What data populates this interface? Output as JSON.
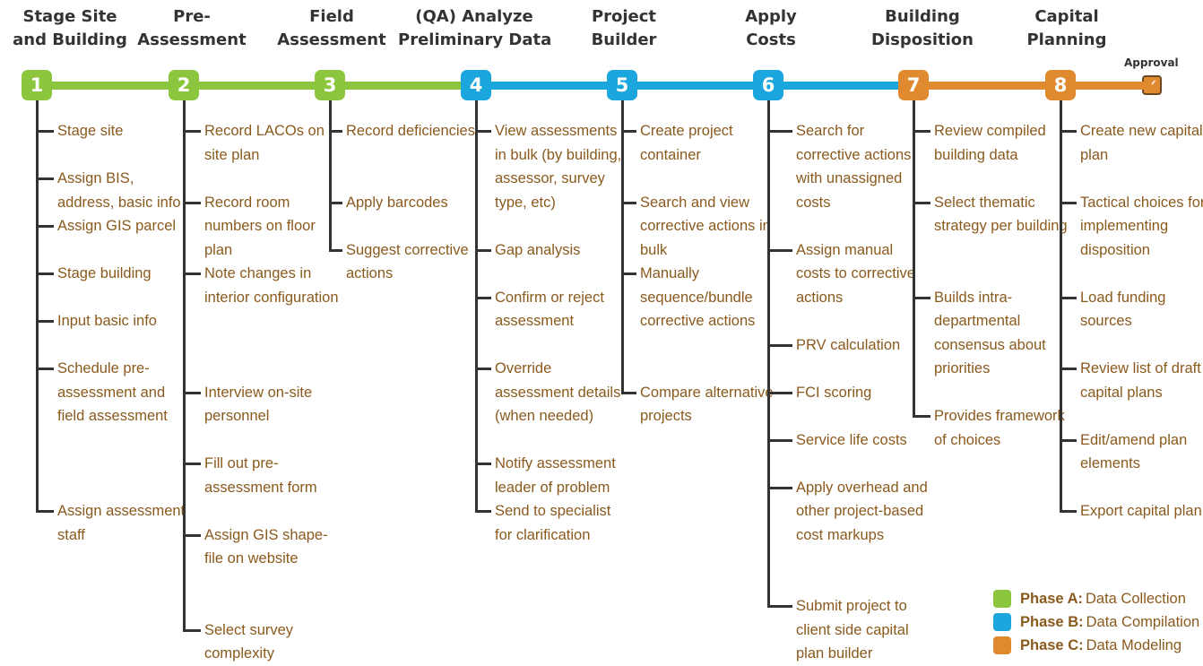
{
  "colors": {
    "phase_a": "#8cc63f",
    "phase_b": "#1ba6dd",
    "phase_c": "#e08a2f",
    "task_text": "#8a5a1d",
    "title_text": "#333333"
  },
  "stages": [
    {
      "number": "1",
      "phase": "a",
      "title": [
        "Stage Site",
        "and Building"
      ],
      "tasks": [
        "Stage site",
        "Assign BIS, address, basic info",
        "Assign GIS parcel",
        "Stage building",
        "Input basic info",
        "Schedule pre-assessment and field assessment",
        "Assign assessment staff"
      ]
    },
    {
      "number": "2",
      "phase": "a",
      "title": [
        "Pre-",
        "Assessment"
      ],
      "tasks": [
        "Record LACOs on site plan",
        "Record room numbers on floor plan",
        "Note changes in interior configuration",
        "Interview on-site personnel",
        "Fill out pre-assessment form",
        "Assign GIS shape-file on website",
        "Select survey complexity"
      ]
    },
    {
      "number": "3",
      "phase": "a",
      "title": [
        "Field",
        "Assessment"
      ],
      "tasks": [
        "Record deficiencies",
        "Apply barcodes",
        "Suggest corrective actions"
      ]
    },
    {
      "number": "4",
      "phase": "b",
      "title": [
        "(QA) Analyze",
        "Preliminary Data"
      ],
      "tasks": [
        "View assessments in bulk (by building, assessor, survey type, etc)",
        "Gap analysis",
        "Confirm or reject assessment",
        "Override assessment details (when needed)",
        "Notify assessment leader of problem",
        "Send to specialist for clarification"
      ]
    },
    {
      "number": "5",
      "phase": "b",
      "title": [
        "Project",
        "Builder"
      ],
      "tasks": [
        "Create project container",
        "Search and view corrective actions in bulk",
        "Manually sequence/bundle corrective actions",
        "Compare alternative projects"
      ]
    },
    {
      "number": "6",
      "phase": "b",
      "title": [
        "Apply",
        "Costs"
      ],
      "tasks": [
        "Search for corrective actions with unassigned costs",
        "Assign manual costs to corrective actions",
        "PRV calculation",
        "FCI scoring",
        "Service life costs",
        "Apply overhead and other project-based cost markups",
        "Submit project to client side capital plan builder"
      ]
    },
    {
      "number": "7",
      "phase": "c",
      "title": [
        "Building",
        "Disposition"
      ],
      "tasks": [
        "Review compiled building data",
        "Select thematic strategy per building",
        "Builds intra-departmental consensus about priorities",
        "Provides framework of choices"
      ]
    },
    {
      "number": "8",
      "phase": "c",
      "title": [
        "Capital",
        "Planning"
      ],
      "tasks": [
        "Create new capital plan",
        "Tactical choices for implementing disposition",
        "Load funding sources",
        "Review list of draft capital plans",
        "Edit/amend plan elements",
        "Export capital plan"
      ]
    }
  ],
  "approval": {
    "label": "Approval",
    "mark": "✓"
  },
  "legend": [
    {
      "phase": "a",
      "name": "Phase A:",
      "desc": "Data Collection"
    },
    {
      "phase": "b",
      "name": "Phase B:",
      "desc": "Data Compilation"
    },
    {
      "phase": "c",
      "name": "Phase C:",
      "desc": "Data Modeling"
    }
  ]
}
